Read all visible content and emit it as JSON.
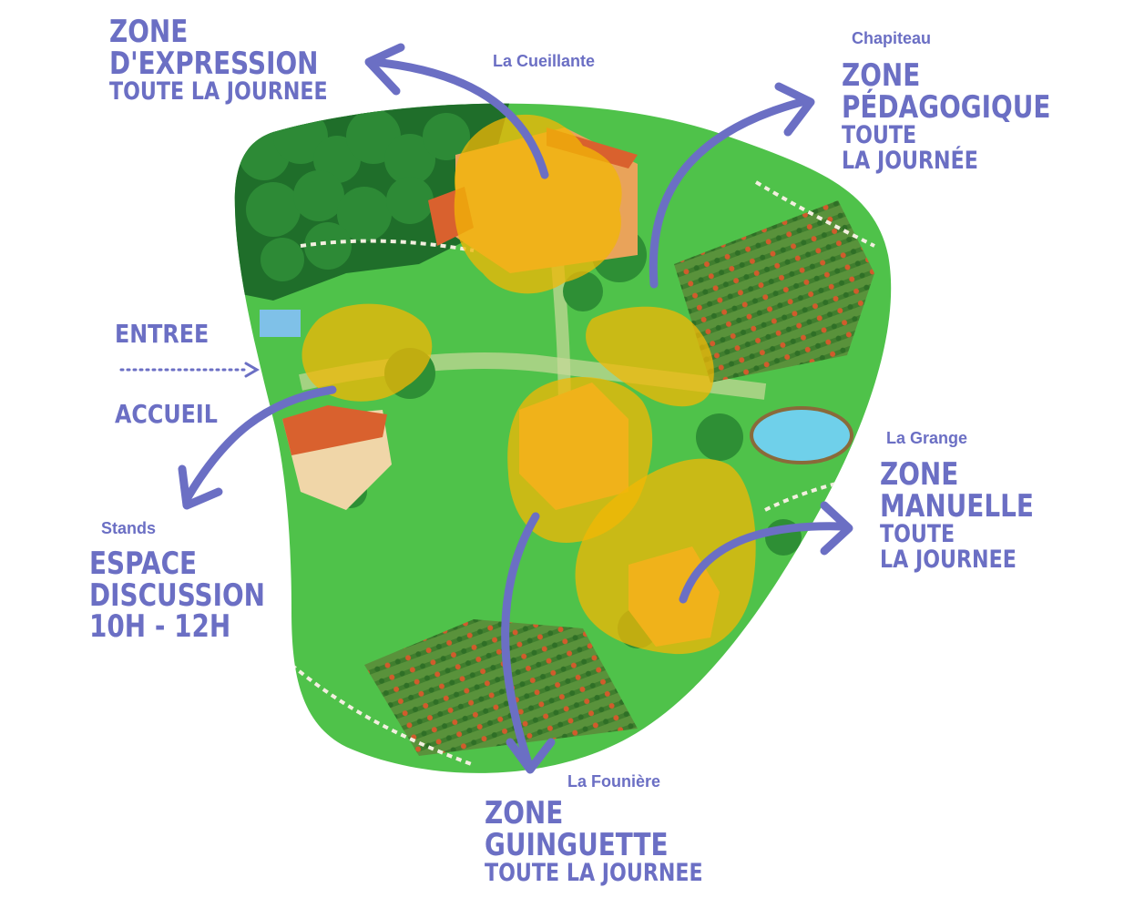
{
  "colors": {
    "accent": "#6b6fc4",
    "highlight": "#f2b705",
    "grass": "#4fc24a",
    "grass_dark": "#2f8f34",
    "forest": "#1f6e2a",
    "water": "#6fd0ea",
    "roof": "#d9612e",
    "path": "#c9d89a"
  },
  "place_names": {
    "cueillante": "La Cueillante",
    "chapiteau": "Chapiteau",
    "grange": "La Grange",
    "stands": "Stands",
    "fourniere": "La Founière"
  },
  "zones": {
    "expression": {
      "line1": "ZONE",
      "line2": "D'EXPRESSION",
      "line3": "TOUTE LA JOURNEE"
    },
    "pedagogique": {
      "line1": "ZONE",
      "line2": "PÉDAGOGIQUE",
      "line3": "TOUTE",
      "line4": "LA JOURNÉE"
    },
    "manuelle": {
      "line1": "ZONE",
      "line2": "MANUELLE",
      "line3": "TOUTE",
      "line4": "LA JOURNEE"
    },
    "discussion": {
      "line1": "ESPACE",
      "line2": "DISCUSSION",
      "line3": "10H - 12H"
    },
    "guinguette": {
      "line1": "ZONE",
      "line2": "GUINGUETTE",
      "line3": "TOUTE LA JOURNEE"
    }
  },
  "entrance": {
    "entree": "ENTREE",
    "accueil": "ACCUEIL"
  },
  "icons": [
    "arrow-icon",
    "dotted-arrow-icon"
  ]
}
